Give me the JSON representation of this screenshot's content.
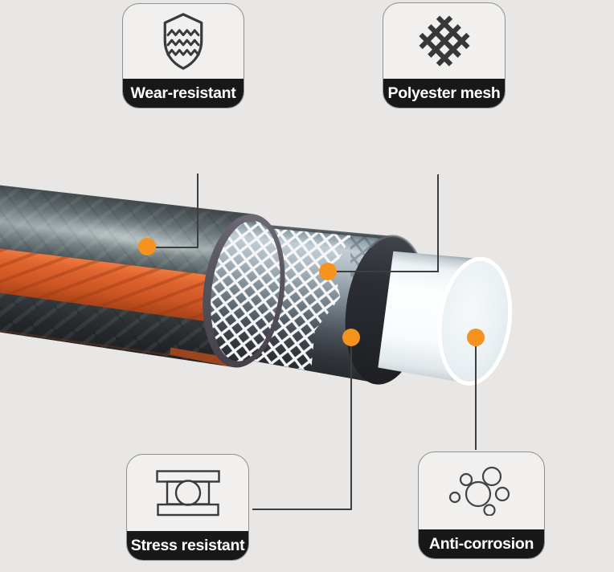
{
  "colors": {
    "background": "#e8e7e5",
    "accent_dot": "#f6921e",
    "connector_line": "#3e3e3e",
    "card_background": "#f1f0ee",
    "card_border": "#909090",
    "label_bar_background": "#181818",
    "label_text": "#ffffff",
    "hose_orange_stripe": "#dd5f2b",
    "hose_outer_gray": "#5a6468",
    "hose_cut_ring": "#56525c",
    "hose_mesh_white": "#f4f6f7",
    "hose_black_layer": "#26282d",
    "hose_inner_tube": "#f7fafb"
  },
  "cards": [
    {
      "id": "wear-resistant",
      "label": "Wear-resistant",
      "icon": "shield-waves-icon"
    },
    {
      "id": "polyester-mesh",
      "label": "Polyester mesh",
      "icon": "mesh-lattice-icon"
    },
    {
      "id": "stress-resistant",
      "label": "Stress resistant",
      "icon": "compression-ball-icon"
    },
    {
      "id": "anti-corrosion",
      "label": "Anti-corrosion",
      "icon": "bubbles-icon"
    }
  ],
  "hose": {
    "layers": [
      {
        "name": "outer-wear-layer",
        "callout": "Wear-resistant"
      },
      {
        "name": "polyester-mesh-layer",
        "callout": "Polyester mesh"
      },
      {
        "name": "middle-black-layer",
        "callout": "Stress resistant"
      },
      {
        "name": "inner-white-tube",
        "callout": "Anti-corrosion"
      }
    ]
  }
}
